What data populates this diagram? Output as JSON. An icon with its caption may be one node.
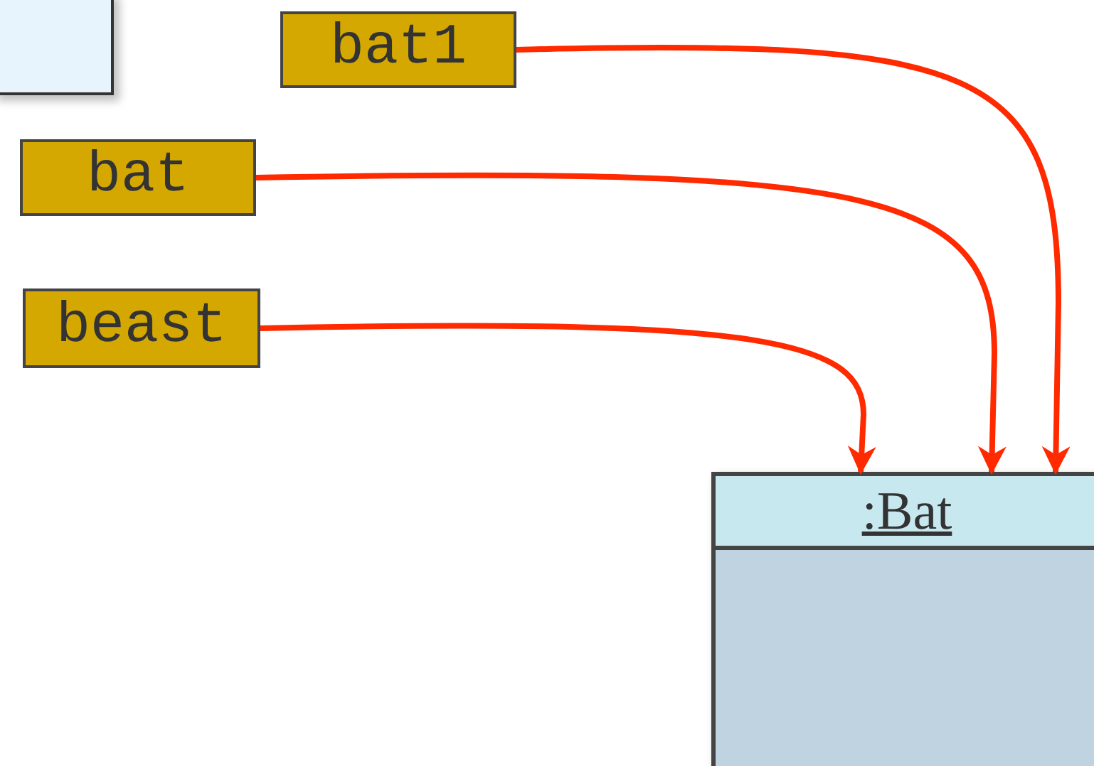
{
  "diagram": {
    "nodes": [
      {
        "text": [],
        "shape": "box"
      },
      {
        "text": [
          "bat1"
        ]
      },
      {
        "text": [
          "bat"
        ]
      },
      {
        "text": [
          "beast"
        ]
      },
      {
        "text": [
          ":Bat"
        ]
      }
    ],
    "edges": [
      {
        "from": 1,
        "to": 4,
        "arrow": "to"
      },
      {
        "from": 2,
        "to": 4,
        "arrow": "to"
      },
      {
        "from": 3,
        "to": 4,
        "arrow": "to"
      }
    ]
  }
}
